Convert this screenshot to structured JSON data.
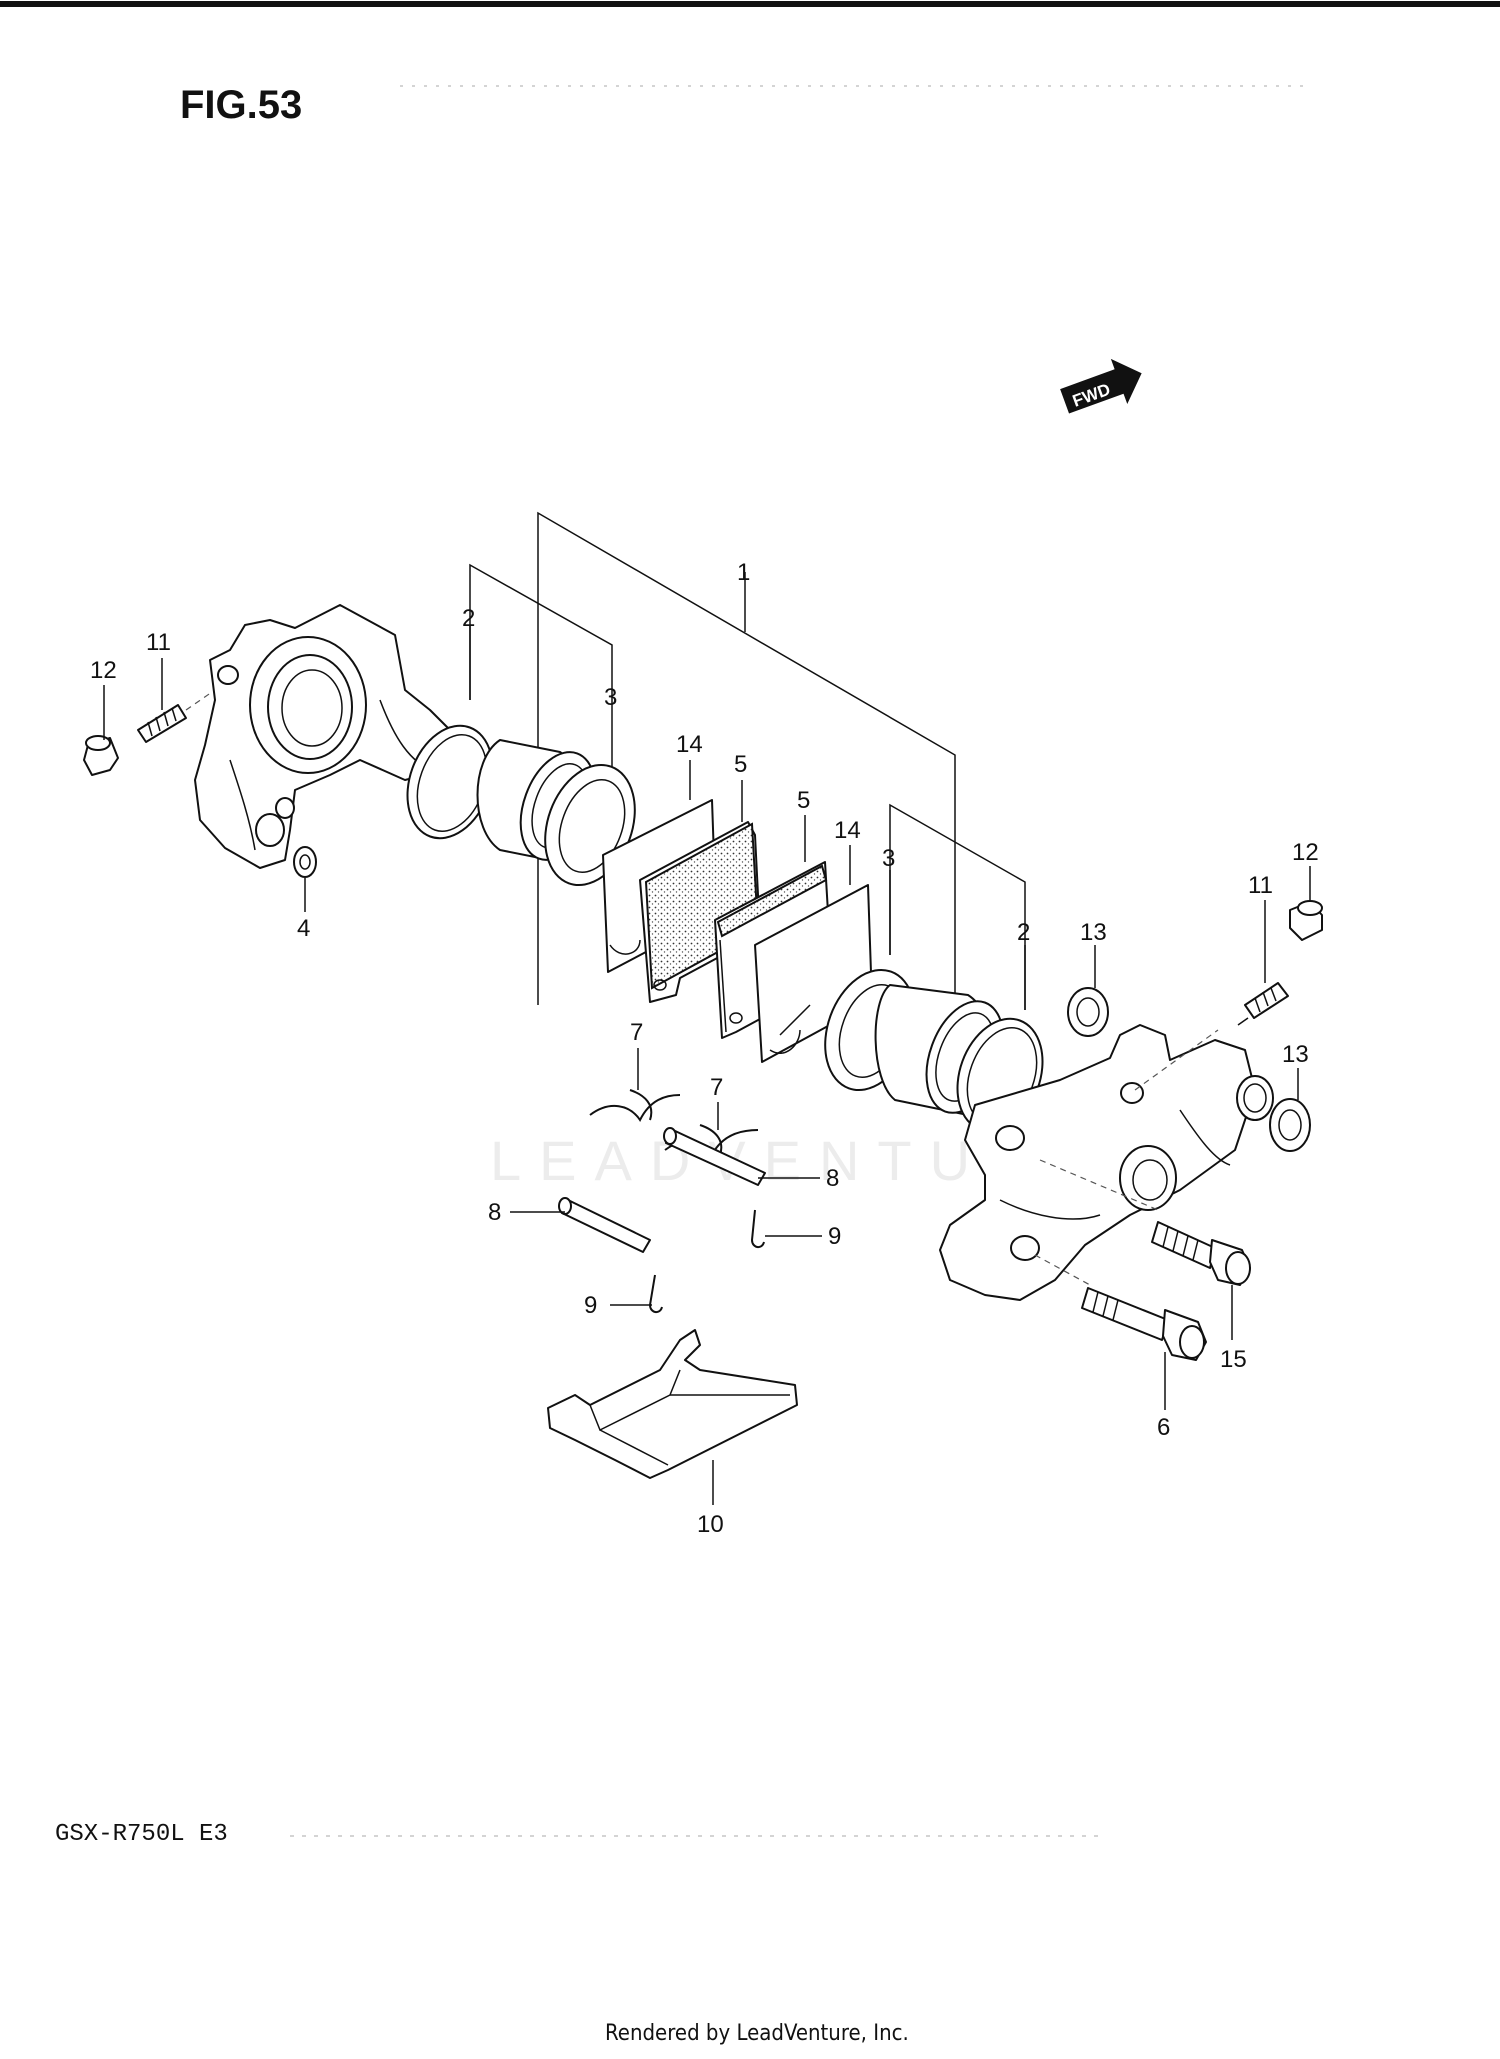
{
  "figure": {
    "title": "FIG.53"
  },
  "direction_badge": {
    "label": "FWD"
  },
  "watermark": {
    "text": "LEADVENTURE"
  },
  "callouts": {
    "c1": "1",
    "c2a": "2",
    "c2b": "2",
    "c3a": "3",
    "c3b": "3",
    "c4": "4",
    "c5a": "5",
    "c5b": "5",
    "c6": "6",
    "c7a": "7",
    "c7b": "7",
    "c8a": "8",
    "c8b": "8",
    "c9a": "9",
    "c9b": "9",
    "c10": "10",
    "c11a": "11",
    "c11b": "11",
    "c12a": "12",
    "c12b": "12",
    "c13a": "13",
    "c13b": "13",
    "c14a": "14",
    "c14b": "14",
    "c15": "15"
  },
  "footer": {
    "model": "GSX-R750L  E3",
    "credit": "Rendered by LeadVenture, Inc."
  },
  "colors": {
    "ink": "#111111",
    "paper": "#ffffff",
    "watermark": "#ececec"
  }
}
